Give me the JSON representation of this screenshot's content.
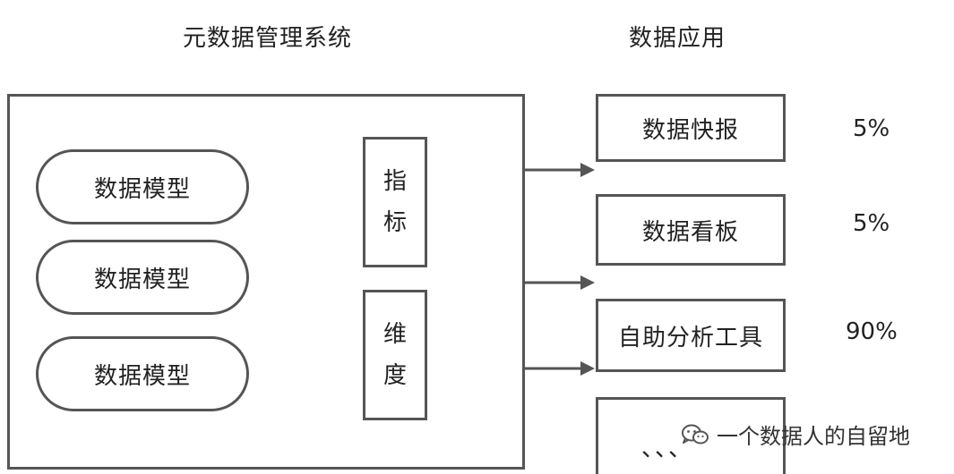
{
  "left_title": "元数据管理系统",
  "right_title": "数据应用",
  "models": [
    "数据模型",
    "数据模型",
    "数据模型"
  ],
  "indicator_chars": [
    "指",
    "标"
  ],
  "dimension_chars": [
    "维",
    "度"
  ],
  "apps": [
    {
      "label": "数据快报",
      "percent": "5%"
    },
    {
      "label": "数据看板",
      "percent": "5%"
    },
    {
      "label": "自助分析工具",
      "percent": "90%"
    },
    {
      "label": "、、、",
      "percent": ""
    }
  ],
  "watermark": "一个数据人的自留地",
  "watermark_icon": "wechat-icon"
}
